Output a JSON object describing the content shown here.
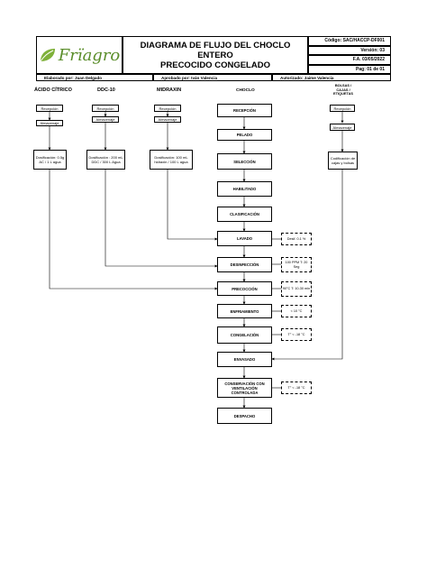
{
  "header": {
    "logo_text": "Frïagro",
    "title_line1": "DIAGRAMA DE FLUJO DEL CHOCLO ENTERO",
    "title_line2": "PRECOCIDO CONGELADO",
    "code": "Código: SAC/HACCP-DF001",
    "version": "Versión: 03",
    "date": "F.A. 03/05/2022",
    "page": "Pag: 01 de 01",
    "prepared_by": "Elaborado por: Juan Delgado",
    "approved_by": "Aprobado por: Iván Valencia",
    "authorized_by": "Autorizado: Jaime Valencia"
  },
  "columns": {
    "acido": "ÁCIDO CÍTRICO",
    "ddc": "DDC-10",
    "midraxin": "MIDRAXIN",
    "choclo": "CHOCLO",
    "bolsas": "BOLSAS / CAJAS / ETIQUETAS"
  },
  "inputs": {
    "acido": {
      "recepcion": "Recepción",
      "almacenaje": "Almacenaje",
      "dosificacion": "Dosificación: 0.5g AC / 1 L agua"
    },
    "ddc": {
      "recepcion": "Recepción",
      "almacenaje": "Almacenaje",
      "dosificacion": "Dosificación : 200 mL DDC / 300 L Agua"
    },
    "midraxin": {
      "recepcion": "Recepción",
      "almacenaje": "Almacenaje",
      "dosificacion": "Dosificación: 100 mL hidraxin / 100 L agua"
    },
    "bolsas": {
      "recepcion": "Recepción",
      "almacenaje": "Almacenaje",
      "codificacion": "Codificación de cajas y bolsas"
    }
  },
  "process": [
    "RECEPCIÓN",
    "PELADO",
    "SELECCIÓN",
    "HABILITADO",
    "CLASIFICACIÓN",
    "LAVADO",
    "DESINFECCIÓN",
    "PRECOCCIÓN",
    "ENFRIAMIENTO",
    "CONGELACIÓN",
    "ENVASADO",
    "CONSERVACIÓN CON VENTILACIÓN CONTROLADA",
    "DESPACHO"
  ],
  "notes": {
    "lavado": "Desif. 0.1 %",
    "desinfeccion": "100 PPM T: 20 Seg",
    "precoccion": "90°C T: 10-30 min",
    "enfriamiento": "< 10 °C",
    "congelacion": "T° < -18 °C",
    "conservacion": "T° < -18 °C"
  },
  "colors": {
    "logo_green": "#5a8d2a",
    "line": "#000000"
  }
}
